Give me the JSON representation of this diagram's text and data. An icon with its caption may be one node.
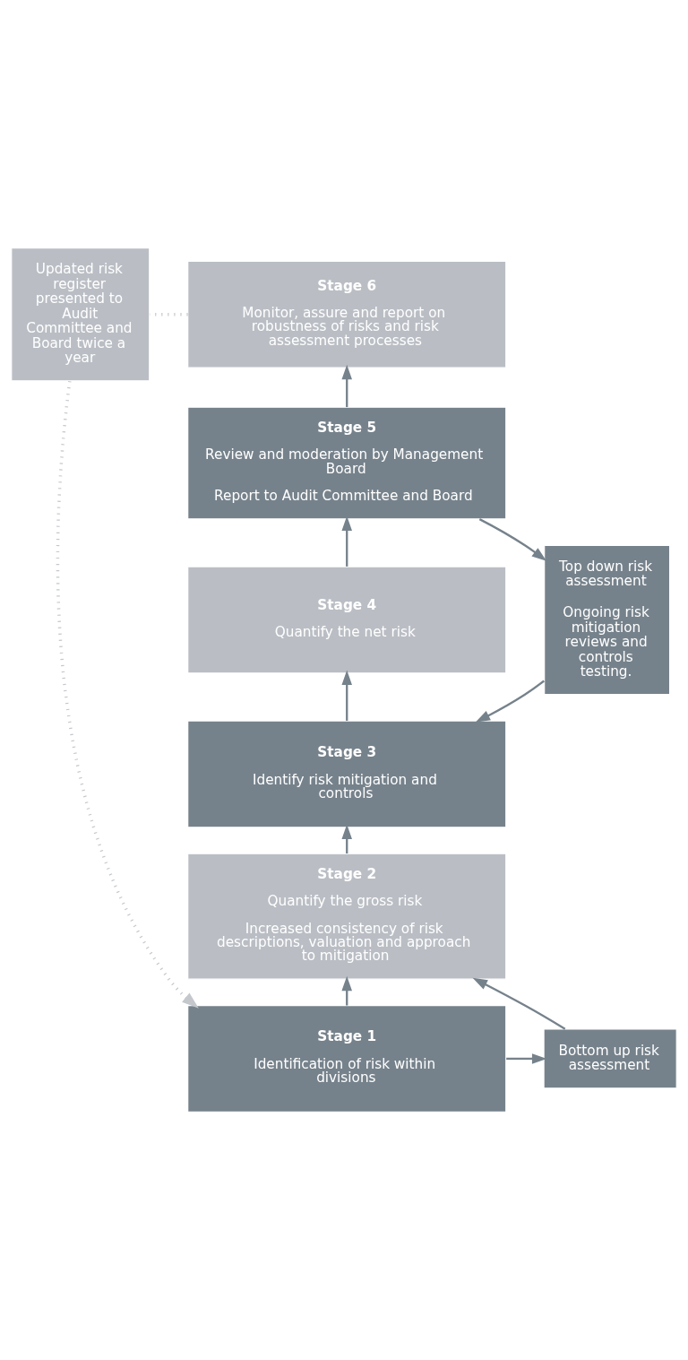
{
  "diagram": {
    "nodes": [
      {
        "text": [
          "Stage 6",
          "Monitor, assure and report on robustness of risks and risk assessment processes"
        ]
      },
      {
        "text": [
          "Updated risk register presented to Audit Committee and Board twice a year"
        ]
      },
      {
        "text": [
          "Stage 5",
          "Review and moderation by Management Board",
          "Report to Audit Committee and Board"
        ]
      },
      {
        "text": [
          "Stage 4",
          "Quantify the net risk"
        ]
      },
      {
        "text": [
          "Stage 3",
          "Identify risk mitigation and controls"
        ]
      },
      {
        "text": [
          "Stage 2",
          "Quantify the gross risk",
          "Increased consistency of risk descriptions, valuation and approach to mitigation"
        ]
      },
      {
        "text": [
          "Stage 1",
          "Identification of risk within divisions"
        ]
      },
      {
        "text": [
          "Top down risk assessment",
          "Ongoing risk mitigation reviews and controls testing."
        ]
      },
      {
        "text": [
          "Bottom up risk assessment"
        ]
      }
    ],
    "edges": [
      {
        "from": 6,
        "to": 5,
        "arrow": "to"
      },
      {
        "from": 5,
        "to": 4,
        "arrow": "to"
      },
      {
        "from": 4,
        "to": 3,
        "arrow": "to"
      },
      {
        "from": 3,
        "to": 2,
        "arrow": "to"
      },
      {
        "from": 2,
        "to": 0,
        "arrow": "to"
      },
      {
        "from": 0,
        "to": 1,
        "arrow": "none",
        "style": "dashed",
        "color": "#c4c7cb"
      },
      {
        "from": 1,
        "to": 6,
        "arrow": "to",
        "style": "dashed",
        "color": "#c4c7cb"
      },
      {
        "from": 2,
        "to": 7,
        "arrow": "to"
      },
      {
        "from": 7,
        "to": 4,
        "arrow": "to"
      },
      {
        "from": 8,
        "to": 5,
        "arrow": "to"
      },
      {
        "from": 6,
        "to": 8,
        "arrow": "to"
      }
    ]
  }
}
